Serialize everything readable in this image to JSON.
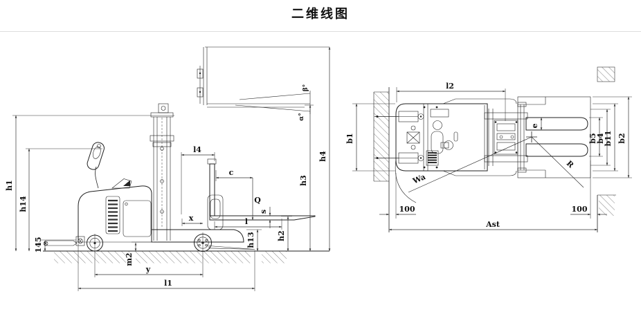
{
  "page": {
    "title": "二维线图"
  },
  "side_view": {
    "labels": {
      "h1": "h1",
      "h14": "h14",
      "dock_height": "145",
      "l4": "l4",
      "c": "c",
      "load_q": "Q",
      "s": "s",
      "fork_l": "l",
      "x": "x",
      "m2": "m2",
      "wheelbase_y": "y",
      "l1": "l1",
      "h13": "h13",
      "h2": "h2",
      "h3": "h3",
      "h4": "h4",
      "tilt_beta": "β°",
      "tilt_alpha": "α°"
    }
  },
  "top_view": {
    "labels": {
      "l2": "l2",
      "b1": "b1",
      "e": "e",
      "wa": "Wa",
      "radius_r": "R",
      "b5": "b5",
      "b4": "b4",
      "b11": "b11",
      "b2": "b2",
      "clearance_left": "100",
      "clearance_right": "100",
      "ast": "Ast"
    }
  }
}
